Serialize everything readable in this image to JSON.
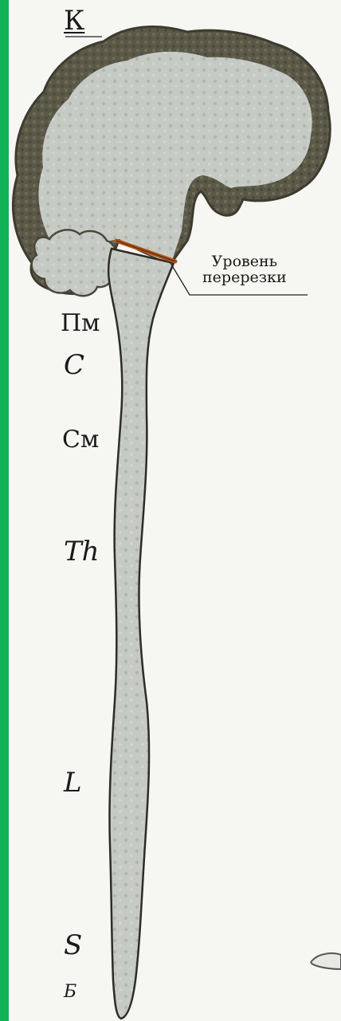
{
  "labels": {
    "cortex": "К",
    "midbrain": "Пм",
    "cervical": "С",
    "cerebellum": "См",
    "thoracic": "Th",
    "lumbar": "L",
    "sacral": "S",
    "bottom": "Б"
  },
  "cut_level": {
    "line1": "Уровень",
    "line2": "перерезки"
  },
  "colors": {
    "frame_edge": "#13b157",
    "cortex_outline": "#4f4c3f",
    "cord_fill": "#c3c7c2",
    "cut_line": "#b7541b"
  }
}
